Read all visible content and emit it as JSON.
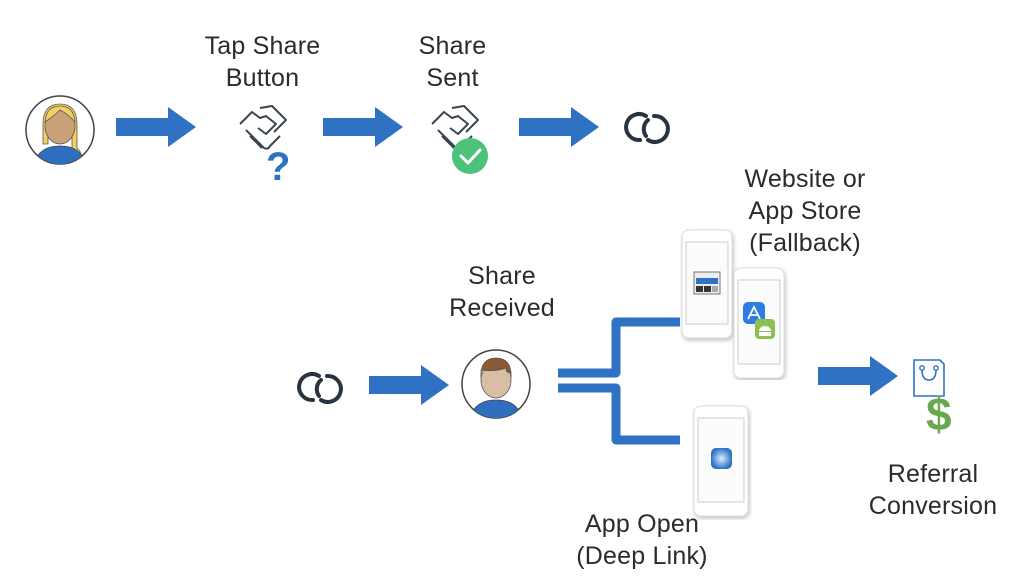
{
  "diagram": {
    "title": "Share referral flow",
    "colors": {
      "arrow": "#2f72c4",
      "text": "#2b2b2b",
      "link_icon": "#2a3340",
      "check_badge": "#4cc27a",
      "question_mark": "#2f72c4",
      "dollar": "#6aa84f",
      "shirt_blue": "#2f6fc0",
      "hair_blonde": "#f2cf63",
      "skin_tan": "#c9a27a",
      "hair_brown": "#8a5a36",
      "skin_light": "#d7bfa3",
      "android_green": "#8cc152",
      "appstore_blue": "#2d7be5"
    },
    "labels": {
      "tap_share": "Tap Share\nButton",
      "tap_share_l1": "Tap Share",
      "tap_share_l2": "Button",
      "share_sent_l1": "Share",
      "share_sent_l2": "Sent",
      "share_received_l1": "Share",
      "share_received_l2": "Received",
      "fallback_l1": "Website or",
      "fallback_l2": "App Store",
      "fallback_l3": "(Fallback)",
      "app_open_l1": "App Open",
      "app_open_l2": "(Deep Link)",
      "conversion_l1": "Referral",
      "conversion_l2": "Conversion"
    },
    "nodes": [
      {
        "id": "sender",
        "icon": "sender-avatar-icon"
      },
      {
        "id": "tap-share",
        "icon": "handshake-question-icon"
      },
      {
        "id": "share-sent",
        "icon": "handshake-check-icon"
      },
      {
        "id": "link-1",
        "icon": "link-icon"
      },
      {
        "id": "link-2",
        "icon": "link-icon"
      },
      {
        "id": "receiver",
        "icon": "receiver-avatar-icon"
      },
      {
        "id": "fallback",
        "icon": "phones-website-appstore-icon"
      },
      {
        "id": "deep-link",
        "icon": "phone-app-icon"
      },
      {
        "id": "conversion",
        "icon": "shopping-bag-dollar-icon"
      }
    ],
    "edges": [
      {
        "from": "sender",
        "to": "tap-share"
      },
      {
        "from": "tap-share",
        "to": "share-sent"
      },
      {
        "from": "share-sent",
        "to": "link-1"
      },
      {
        "from": "link-2",
        "to": "receiver"
      },
      {
        "from": "receiver",
        "to": "fallback"
      },
      {
        "from": "receiver",
        "to": "deep-link"
      },
      {
        "from": "fallback",
        "to": "conversion"
      }
    ]
  }
}
